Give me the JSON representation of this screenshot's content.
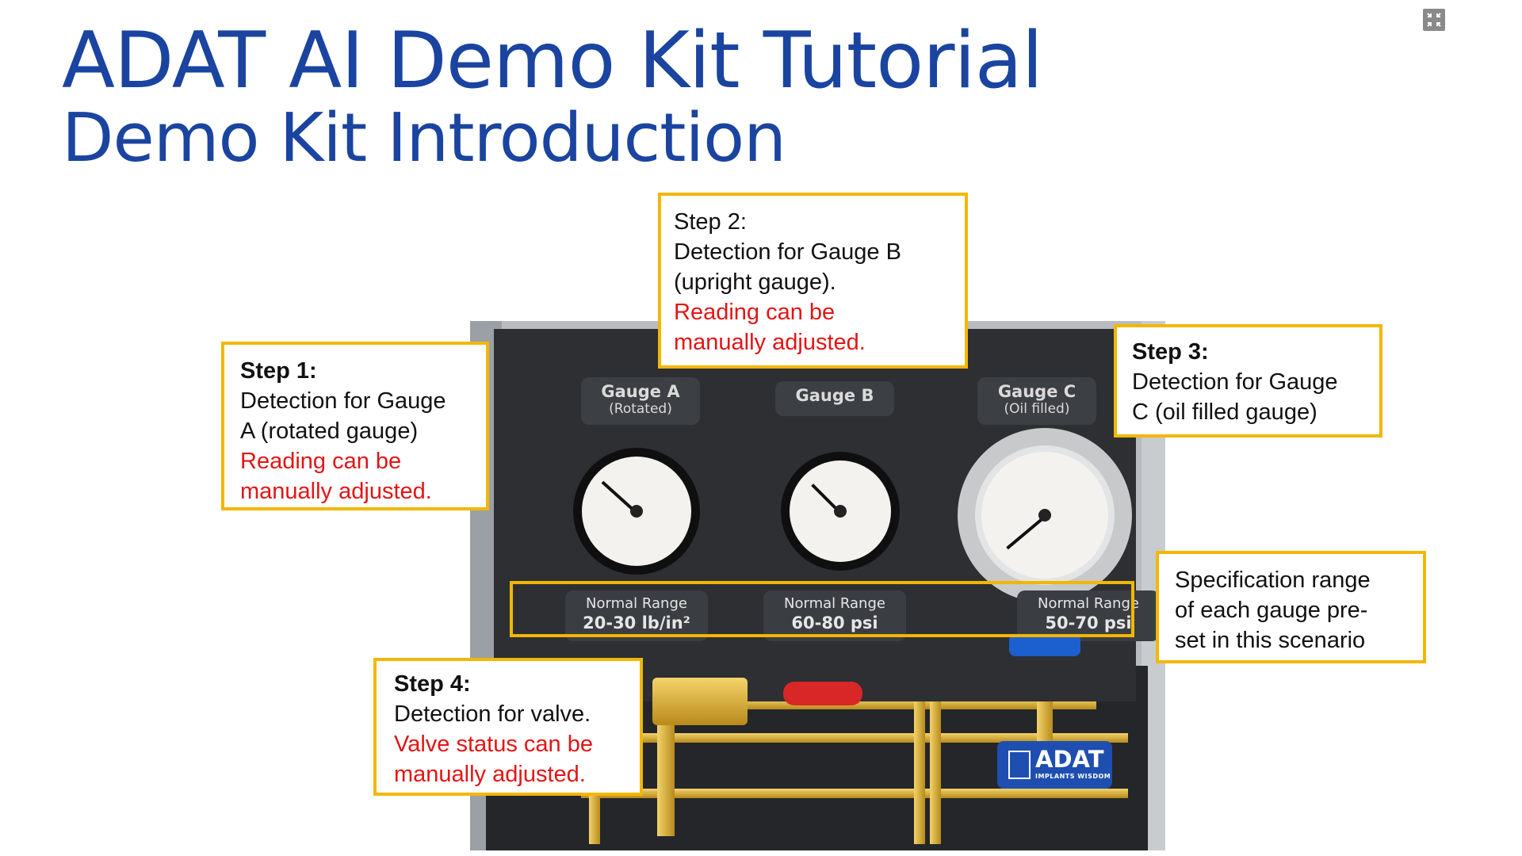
{
  "slide": {
    "title": "ADAT AI Demo Kit Tutorial",
    "subtitle": "Demo Kit Introduction",
    "exit_fullscreen_icon": "exit-fullscreen-icon"
  },
  "photo": {
    "gauges": [
      {
        "name": "Gauge A",
        "note": "(Rotated)"
      },
      {
        "name": "Gauge B",
        "note": ""
      },
      {
        "name": "Gauge C",
        "note": "(Oil filled)"
      }
    ],
    "ranges": [
      {
        "label": "Normal Range",
        "value": "20-30 lb/in²"
      },
      {
        "label": "Normal Range",
        "value": "60-80 psi"
      },
      {
        "label": "Normal Range",
        "value": "50-70 psi"
      }
    ],
    "logo": {
      "word": "ADAT",
      "tagline": "IMPLANTS WISDOM"
    }
  },
  "callouts": {
    "step1": {
      "head": "Step 1:",
      "lines": [
        "Detection for Gauge",
        "A (rotated gauge)"
      ],
      "red": [
        "Reading can be",
        "manually adjusted."
      ]
    },
    "step2": {
      "head": "Step 2:",
      "lines": [
        "Detection for Gauge B",
        "(upright gauge)."
      ],
      "red": [
        "Reading can be",
        "manually adjusted."
      ]
    },
    "step3": {
      "head": "Step 3:",
      "lines": [
        "Detection for Gauge",
        "C (oil filled gauge)"
      ]
    },
    "step4": {
      "head": "Step 4:",
      "lines": [
        "Detection for valve."
      ],
      "red": [
        "Valve status can be",
        "manually adjusted."
      ]
    },
    "spec": {
      "lines": [
        "Specification range",
        "of each gauge pre-",
        "set in this scenario"
      ]
    }
  },
  "colors": {
    "title": "#1a44a0",
    "callout_border": "#f2b705",
    "warning_text": "#e31515"
  }
}
